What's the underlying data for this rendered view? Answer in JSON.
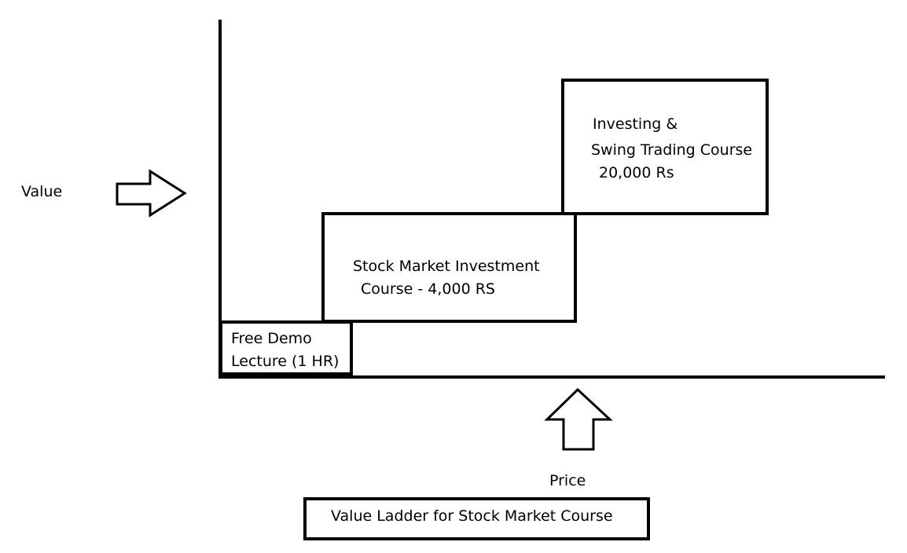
{
  "axes": {
    "y_label": "Value",
    "x_label": "Price"
  },
  "steps": [
    {
      "line1": "Free Demo",
      "line2": "Lecture (1 HR)"
    },
    {
      "line1": "Stock Market  Investment",
      "line2": "Course - 4,000  RS"
    },
    {
      "line1": "Investing  &",
      "line2": "Swing Trading Course",
      "line3": "20,000 Rs"
    }
  ],
  "caption": "Value Ladder for Stock Market Course"
}
